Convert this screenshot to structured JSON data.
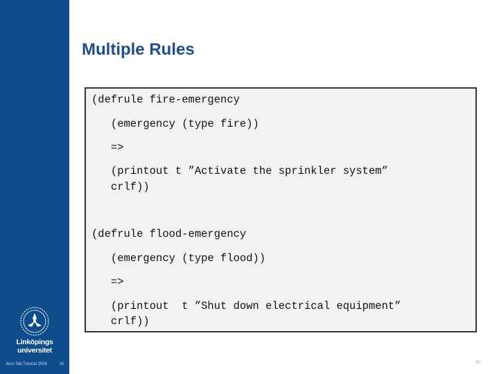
{
  "slide": {
    "title": "Multiple Rules",
    "code_lines": [
      "(defrule fire-emergency",
      "   (emergency (type fire))",
      "   =>",
      "   (printout t ”Activate the sprinkler system”",
      "   crlf))",
      "(defrule flood-emergency",
      "   (emergency (type flood))",
      "   =>",
      "   (printout  t ”Shut down electrical equipment”",
      "   crlf))"
    ]
  },
  "sidebar": {
    "logo_name": "Linköpings universitet",
    "footer_left": "Jess Tab Tutorial 2006",
    "footer_page": "41"
  },
  "page_number": "41",
  "colors": {
    "sidebar": "#0f4c8c",
    "title": "#1f4e8c",
    "code_background": "#f2f2f2"
  }
}
